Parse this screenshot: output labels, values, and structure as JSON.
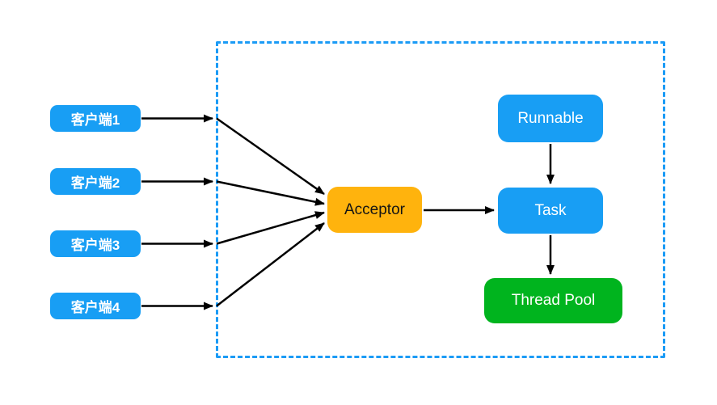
{
  "colors": {
    "node-blue": "#189EF4",
    "node-orange": "#FFB30D",
    "node-green": "#00B41E",
    "accent-blue": "#1B9BF6",
    "arrow-black": "#000000",
    "canvas-bg": "#FFFFFF"
  },
  "clients": [
    {
      "label": "客户端1"
    },
    {
      "label": "客户端2"
    },
    {
      "label": "客户端3"
    },
    {
      "label": "客户端4"
    }
  ],
  "nodes": {
    "acceptor": {
      "label": "Acceptor"
    },
    "runnable": {
      "label": "Runnable"
    },
    "task": {
      "label": "Task"
    },
    "thread_pool": {
      "label": "Thread Pool"
    }
  }
}
